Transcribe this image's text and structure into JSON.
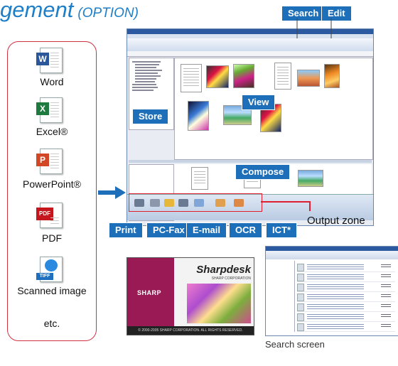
{
  "heading": {
    "text": "gement",
    "option": "(OPTION)"
  },
  "file_types": [
    {
      "label": "Word",
      "icon": "word-icon",
      "color": "#2b579a",
      "badge": "W"
    },
    {
      "label": "Excel®",
      "icon": "excel-icon",
      "color": "#1e7a3e",
      "badge": "X"
    },
    {
      "label": "PowerPoint®",
      "icon": "powerpoint-icon",
      "color": "#d24726",
      "badge": "P"
    },
    {
      "label": "PDF",
      "icon": "pdf-icon",
      "color": "#c4161c",
      "badge": "PDF"
    },
    {
      "label": "Scanned image",
      "icon": "tiff-icon",
      "color": "#1e6fbf",
      "badge": "TIFF"
    },
    {
      "label": "etc.",
      "icon": null
    }
  ],
  "zones": {
    "search": "Search",
    "edit": "Edit",
    "store": "Store",
    "view": "View",
    "compose": "Compose"
  },
  "output_buttons": [
    "Print",
    "PC-Fax",
    "E-mail",
    "OCR",
    "ICT*"
  ],
  "output_zone_label": "Output zone",
  "splash": {
    "product": "Sharpdesk",
    "corp": "SHARP CORPORATION",
    "brand": "SHARP",
    "copyright": "© 2000-2005 SHARP CORPORATION. ALL RIGHTS RESERVED."
  },
  "search_screen_label": "Search screen",
  "colors": {
    "accent": "#1c6fb8",
    "highlight": "#e02030",
    "title": "#1e7ec8"
  }
}
